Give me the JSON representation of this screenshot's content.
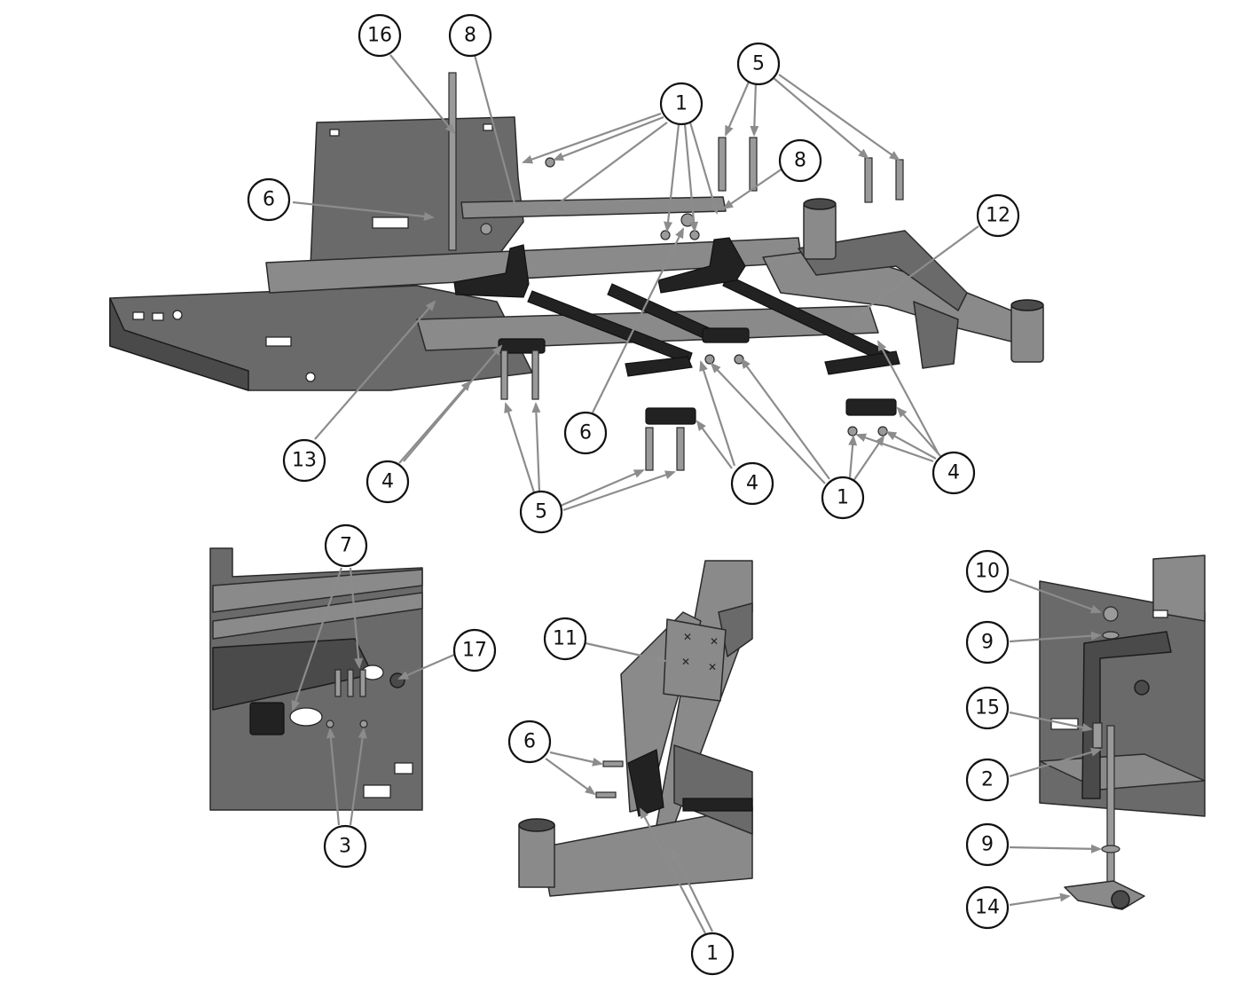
{
  "callouts": [
    {
      "id": "c16",
      "label": "16"
    },
    {
      "id": "c8a",
      "label": "8"
    },
    {
      "id": "c1a",
      "label": "1"
    },
    {
      "id": "c5a",
      "label": "5"
    },
    {
      "id": "c8b",
      "label": "8"
    },
    {
      "id": "c6a",
      "label": "6"
    },
    {
      "id": "c12",
      "label": "12"
    },
    {
      "id": "c6b",
      "label": "6"
    },
    {
      "id": "c13",
      "label": "13"
    },
    {
      "id": "c4a",
      "label": "4"
    },
    {
      "id": "c5b",
      "label": "5"
    },
    {
      "id": "c4b",
      "label": "4"
    },
    {
      "id": "c1b",
      "label": "1"
    },
    {
      "id": "c4c",
      "label": "4"
    },
    {
      "id": "c7",
      "label": "7"
    },
    {
      "id": "c17",
      "label": "17"
    },
    {
      "id": "c3",
      "label": "3"
    },
    {
      "id": "c11",
      "label": "11"
    },
    {
      "id": "c6c",
      "label": "6"
    },
    {
      "id": "c1c",
      "label": "1"
    },
    {
      "id": "c10",
      "label": "10"
    },
    {
      "id": "c9a",
      "label": "9"
    },
    {
      "id": "c15",
      "label": "15"
    },
    {
      "id": "c2",
      "label": "2"
    },
    {
      "id": "c9b",
      "label": "9"
    },
    {
      "id": "c14",
      "label": "14"
    }
  ],
  "colors": {
    "steel": "#6a6a6a",
    "leader": "#8c8c8c",
    "outline": "#111111"
  }
}
